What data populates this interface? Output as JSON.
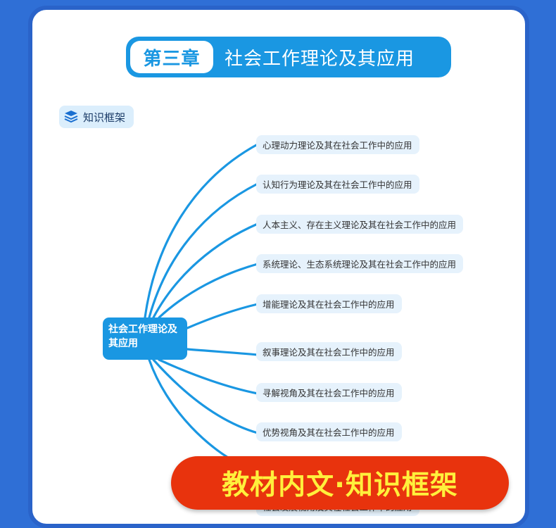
{
  "header": {
    "chapter": "第三章",
    "title": "社会工作理论及其应用"
  },
  "section_tag": {
    "label": "知识框架",
    "icon": "layers-icon"
  },
  "mindmap": {
    "center": "社会工作理论及其应用",
    "branches": [
      "心理动力理论及其在社会工作中的应用",
      "认知行为理论及其在社会工作中的应用",
      "人本主义、存在主义理论及其在社会工作中的应用",
      "系统理论、生态系统理论及其在社会工作中的应用",
      "增能理论及其在社会工作中的应用",
      "叙事理论及其在社会工作中的应用",
      "寻解视角及其在社会工作中的应用",
      "优势视角及其在社会工作中的应用",
      "社会发展视角及其在社会工作中的应用"
    ]
  },
  "banner": {
    "text": "教材内文·知识框架"
  },
  "colors": {
    "frame": "#2a63c9",
    "accent": "#1a97e2",
    "banner_bg": "#e8330d",
    "banner_text": "#fff03c"
  }
}
